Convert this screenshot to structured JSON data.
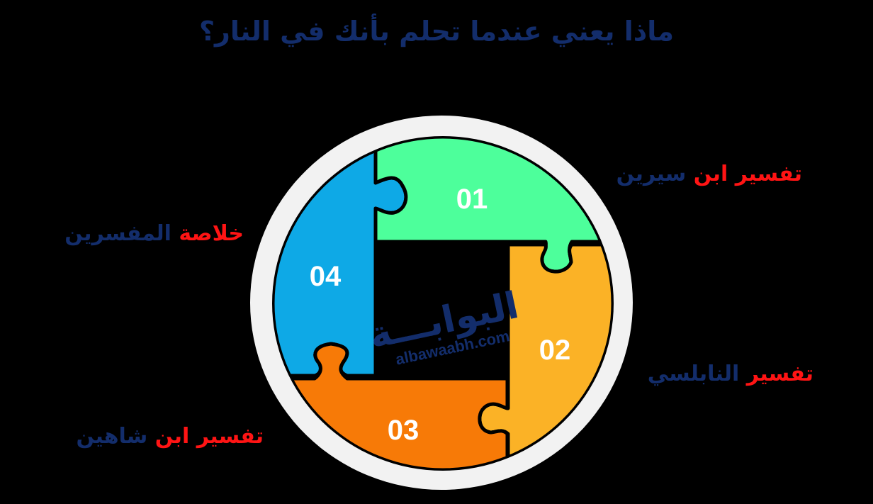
{
  "title": "ماذا يعني عندما تحلم بأنك في النار؟",
  "colors": {
    "background": "#000000",
    "title": "#132d6b",
    "label_red": "#ff1414",
    "label_blue": "#132d6b",
    "ring": "#f2f2f2",
    "outline": "#000000",
    "piece_01": "#4dff9b",
    "piece_02": "#fbb226",
    "piece_03": "#f77a07",
    "piece_04": "#0ea9e6",
    "number_text": "#ffffff",
    "watermark": "#132d6b"
  },
  "pieces": [
    {
      "number": "01",
      "color_key": "piece_01",
      "position": "top-right"
    },
    {
      "number": "02",
      "color_key": "piece_02",
      "position": "right"
    },
    {
      "number": "03",
      "color_key": "piece_03",
      "position": "bottom"
    },
    {
      "number": "04",
      "color_key": "piece_04",
      "position": "left"
    }
  ],
  "labels": [
    {
      "id": "01",
      "red": "تفسير ابن",
      "blue": "سيرين",
      "side": "right-top"
    },
    {
      "id": "02",
      "red": "تفسير",
      "blue": "النابلسي",
      "side": "right-bottom"
    },
    {
      "id": "03",
      "red": "تفسير ابن",
      "blue": "شاهين",
      "side": "left-bottom"
    },
    {
      "id": "04",
      "red": "خلاصة",
      "blue": "المفسرين",
      "side": "left-top"
    }
  ],
  "watermark": {
    "arabic": "البوابـــة",
    "latin": "albawaabh.com"
  }
}
